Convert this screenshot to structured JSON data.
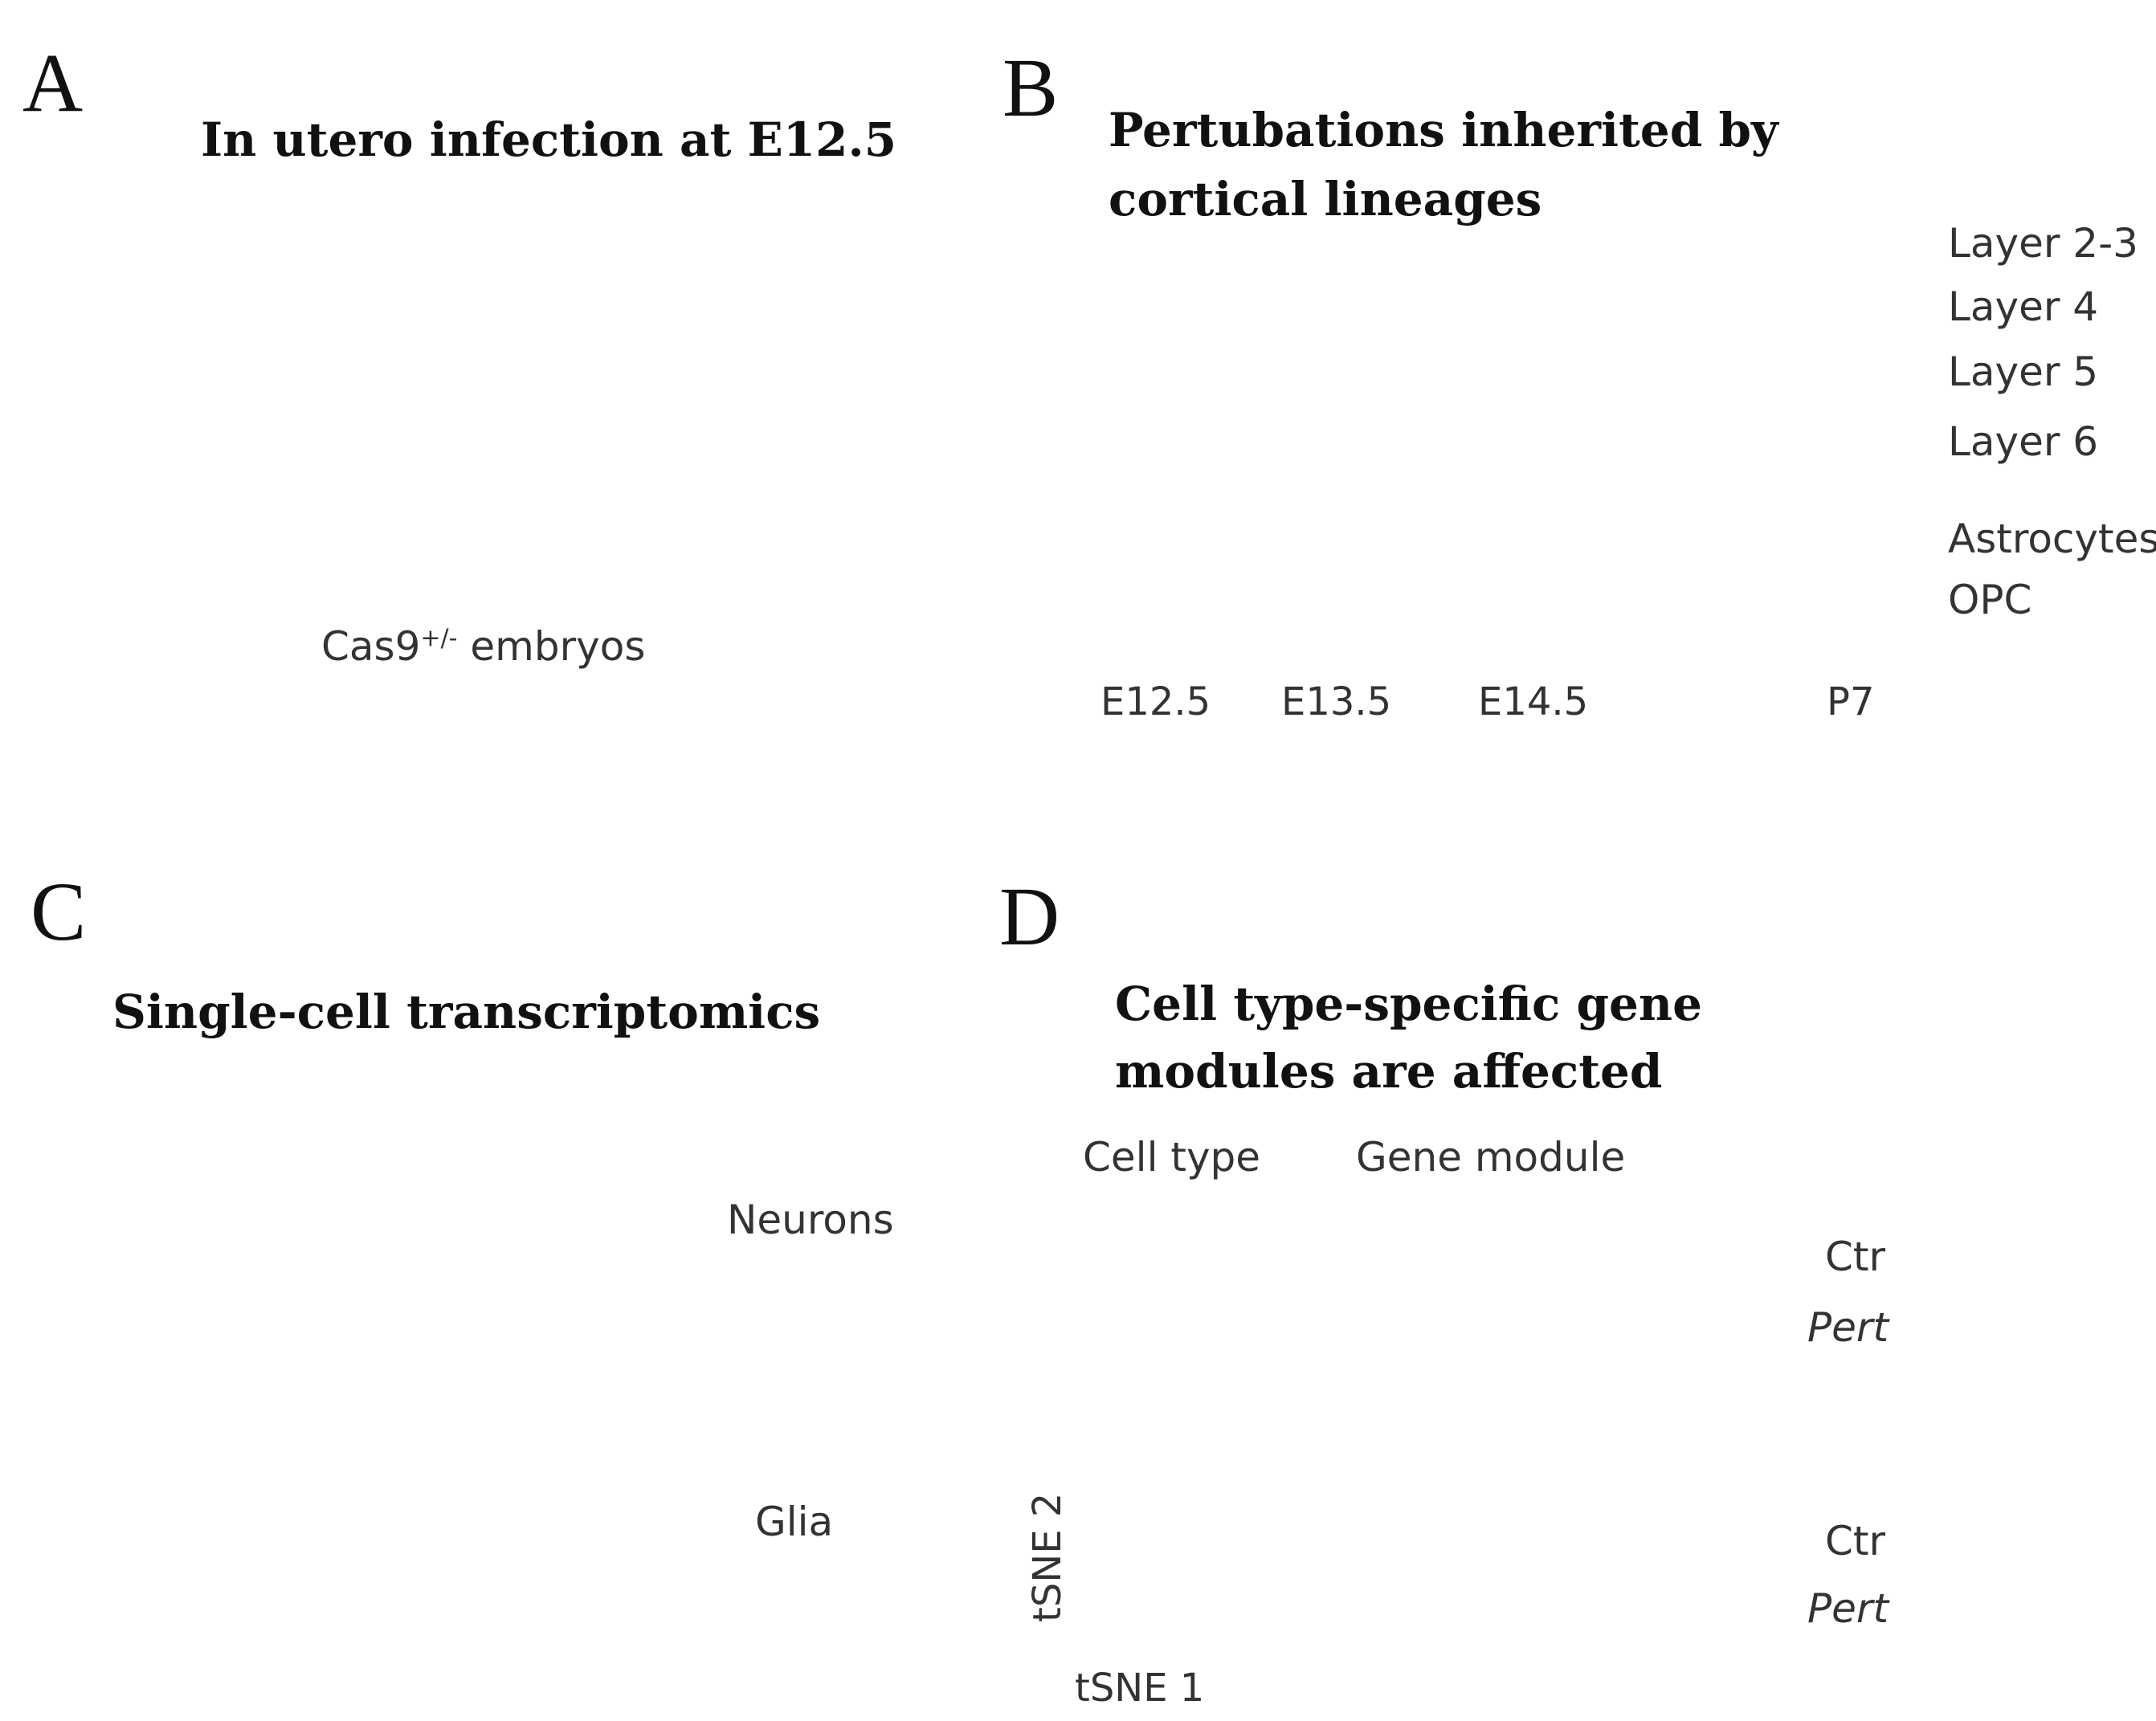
{
  "panels": {
    "A": {
      "label": "A",
      "title": "In utero infection at E12.5",
      "caption": "Cas9",
      "caption_sup": "+/-",
      "caption_tail": " embryos"
    },
    "B": {
      "label": "B",
      "title_line1": "Pertubations inherited by",
      "title_line2": "cortical lineages",
      "stages": [
        "E12.5",
        "E13.5",
        "E14.5",
        "P7"
      ],
      "layers": [
        "Layer 2-3",
        "Layer 4",
        "Layer 5",
        "Layer 6",
        "Astrocytes",
        "OPC"
      ]
    },
    "C": {
      "label": "C",
      "title": "Single-cell transcriptomics"
    },
    "D": {
      "label": "D",
      "title_line1": "Cell type-specific gene",
      "title_line2": "modules are affected",
      "col_headers": [
        "Cell type",
        "Gene module"
      ],
      "arrows": [
        "Neurons",
        "Glia"
      ],
      "axis_x": "tSNE 1",
      "axis_y": "tSNE 2",
      "effect_labels": [
        "Ctr",
        "Pert"
      ]
    }
  },
  "colors": {
    "text": "#111111",
    "arrow": "#111111",
    "ctr": "#444444",
    "pert": "#cc1f2f",
    "virus": "#3c9c52",
    "mouse_pink": "#f1c9b9",
    "layer_purple": "#c9b6dd",
    "layer_blue": "#a9d3ef",
    "layer_teal": "#6fd0bd",
    "layer_yellow": "#f8d68a",
    "lineage": "#1c8fb5"
  },
  "icons": [
    "virus-icon",
    "embryo-icon",
    "mouse-icon",
    "cortex-column-icon",
    "tsne-scatter-icon",
    "effect-plot-icon"
  ]
}
